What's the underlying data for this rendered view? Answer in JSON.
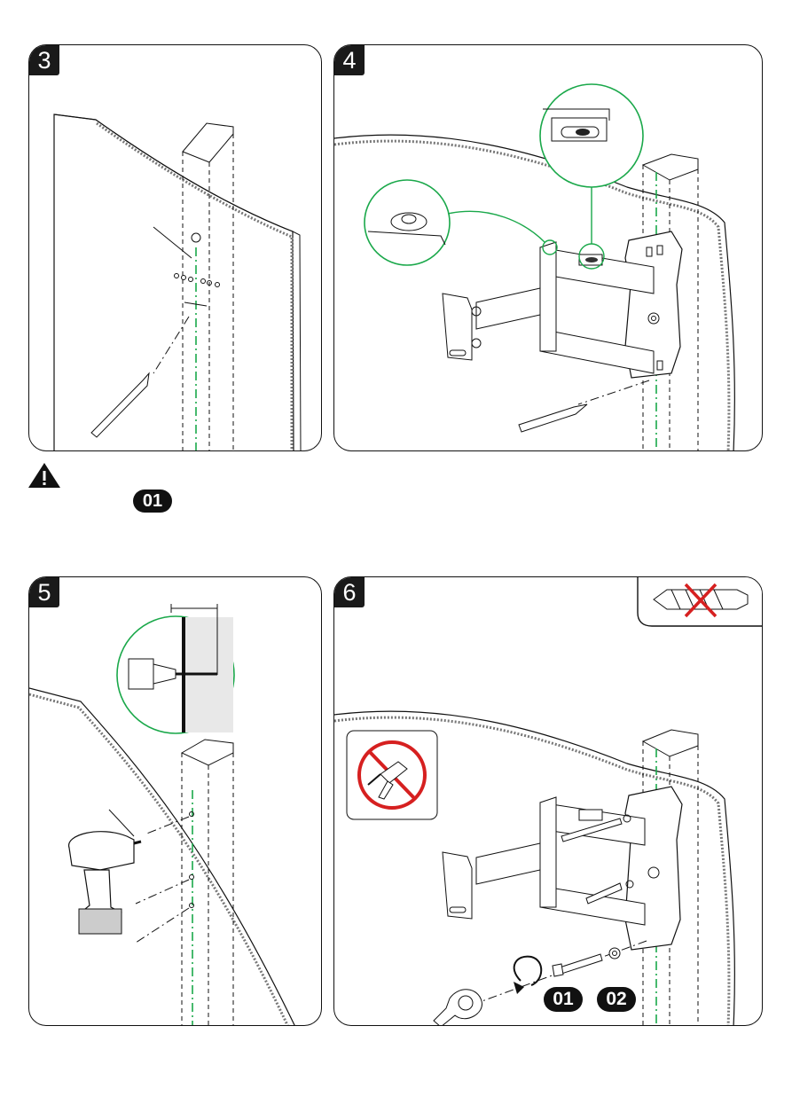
{
  "steps": [
    {
      "number": "3"
    },
    {
      "number": "4"
    },
    {
      "number": "5"
    },
    {
      "number": "6"
    }
  ],
  "warning": {
    "icon": "warning-triangle-icon",
    "part_label": "01"
  },
  "parts": {
    "screw_label": "01",
    "washer_label": "02"
  },
  "colors": {
    "guide_line": "#1aa84a",
    "ink": "#111111",
    "prohibit": "#d62020"
  }
}
